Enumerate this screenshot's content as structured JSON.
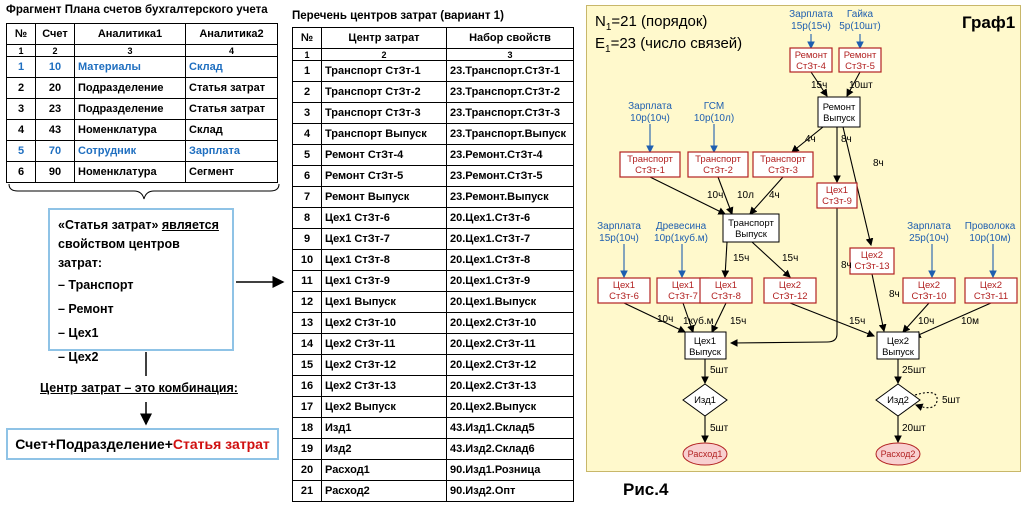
{
  "table1": {
    "title": "Фрагмент Плана счетов бухгалтерского учета",
    "headers": [
      "№",
      "Счет",
      "Аналитика1",
      "Аналитика2"
    ],
    "col_numbers": [
      "1",
      "2",
      "3",
      "4"
    ],
    "rows": [
      [
        "1",
        "10",
        "Материалы",
        "Склад"
      ],
      [
        "2",
        "20",
        "Подразделение",
        "Статья затрат"
      ],
      [
        "3",
        "23",
        "Подразделение",
        "Статья затрат"
      ],
      [
        "4",
        "43",
        "Номенклатура",
        "Склад"
      ],
      [
        "5",
        "70",
        "Сотрудник",
        "Зарплата"
      ],
      [
        "6",
        "90",
        "Номенклатура",
        "Сегмент"
      ]
    ],
    "highlight_color": "#1f6fc0"
  },
  "note": {
    "line1a": "«Статья затрат» ",
    "line1b": "является",
    "line2": "свойством центров затрат:",
    "bullets": [
      "– Транспорт",
      "– Ремонт",
      "– Цех1",
      "– Цех2"
    ]
  },
  "definition": "Центр затрат – это комбинация:",
  "formula": {
    "part1": "Счет+Подразделение+",
    "part2": "Статья затрат",
    "accent": "#d01010"
  },
  "table2": {
    "title": "Перечень центров затрат (вариант 1)",
    "headers": [
      "№",
      "Центр затрат",
      "Набор свойств"
    ],
    "col_numbers": [
      "1",
      "2",
      "3"
    ],
    "rows": [
      [
        "1",
        "Транспорт СтЗт-1",
        "23.Транспорт.СтЗт-1"
      ],
      [
        "2",
        "Транспорт СтЗт-2",
        "23.Транспорт.СтЗт-2"
      ],
      [
        "3",
        "Транспорт СтЗт-3",
        "23.Транспорт.СтЗт-3"
      ],
      [
        "4",
        "Транспорт Выпуск",
        "23.Транспорт.Выпуск"
      ],
      [
        "5",
        "Ремонт СтЗт-4",
        "23.Ремонт.СтЗт-4"
      ],
      [
        "6",
        "Ремонт СтЗт-5",
        "23.Ремонт.СтЗт-5"
      ],
      [
        "7",
        "Ремонт Выпуск",
        "23.Ремонт.Выпуск"
      ],
      [
        "8",
        "Цех1 СтЗт-6",
        "20.Цех1.СтЗт-6"
      ],
      [
        "9",
        "Цех1 СтЗт-7",
        "20.Цех1.СтЗт-7"
      ],
      [
        "10",
        "Цех1 СтЗт-8",
        "20.Цех1.СтЗт-8"
      ],
      [
        "11",
        "Цех1 СтЗт-9",
        "20.Цех1.СтЗт-9"
      ],
      [
        "12",
        "Цех1 Выпуск",
        "20.Цех1.Выпуск"
      ],
      [
        "13",
        "Цех2 СтЗт-10",
        "20.Цех2.СтЗт-10"
      ],
      [
        "14",
        "Цех2 СтЗт-11",
        "20.Цех2.СтЗт-11"
      ],
      [
        "15",
        "Цех2 СтЗт-12",
        "20.Цех2.СтЗт-12"
      ],
      [
        "16",
        "Цех2 СтЗт-13",
        "20.Цех2.СтЗт-13"
      ],
      [
        "17",
        "Цех2 Выпуск",
        "20.Цех2.Выпуск"
      ],
      [
        "18",
        "Изд1",
        "43.Изд1.Склад5"
      ],
      [
        "19",
        "Изд2",
        "43.Изд2.Склад6"
      ],
      [
        "20",
        "Расход1",
        "90.Изд1.Розница"
      ],
      [
        "21",
        "Расход2",
        "90.Изд2.Опт"
      ]
    ]
  },
  "graph": {
    "n_label": "N",
    "n_sub": "1",
    "n_text": "=21 (порядок)",
    "e_label": "E",
    "e_sub": "1",
    "e_text": "=23 (число связей)",
    "title": "Граф1",
    "colors": {
      "background": "#fff9cc",
      "red_node": "#b22222",
      "blue_label": "#1f5fb0",
      "ellipse_fill": "#f8d0d0"
    },
    "sources": {
      "s1": [
        "Зарплата",
        "15р(15ч)"
      ],
      "s2": [
        "Гайка",
        "5р(10шт)"
      ],
      "s3": [
        "Зарплата",
        "10р(10ч)"
      ],
      "s4": [
        "ГСМ",
        "10р(10л)"
      ],
      "s5": [
        "Зарплата",
        "15р(10ч)"
      ],
      "s6": [
        "Древесина",
        "10р(1куб.м)"
      ],
      "s7": [
        "Зарплата",
        "25р(10ч)"
      ],
      "s8": [
        "Проволока",
        "10р(10м)"
      ]
    },
    "nodes": {
      "st4": [
        "Ремонт",
        "СтЗт-4"
      ],
      "st5": [
        "Ремонт",
        "СтЗт-5"
      ],
      "remvyp": [
        "Ремонт",
        "Выпуск"
      ],
      "st1": [
        "Транспорт",
        "СтЗт-1"
      ],
      "st2": [
        "Транспорт",
        "СтЗт-2"
      ],
      "st3": [
        "Транспорт",
        "СтЗт-3"
      ],
      "st9": [
        "Цех1",
        "СтЗт-9"
      ],
      "trvyp": [
        "Транспорт",
        "Выпуск"
      ],
      "st13": [
        "Цех2",
        "СтЗт-13"
      ],
      "st6": [
        "Цех1",
        "СтЗт-6"
      ],
      "st7": [
        "Цех1",
        "СтЗт-7"
      ],
      "st8": [
        "Цех1",
        "СтЗт-8"
      ],
      "st12": [
        "Цех2",
        "СтЗт-12"
      ],
      "st10": [
        "Цех2",
        "СтЗт-10"
      ],
      "st11": [
        "Цех2",
        "СтЗт-11"
      ],
      "c1vyp": [
        "Цех1",
        "Выпуск"
      ],
      "c2vyp": [
        "Цех2",
        "Выпуск"
      ],
      "izd1": "Изд1",
      "izd2": "Изд2",
      "ras1": "Расход1",
      "ras2": "Расход2"
    },
    "edge_labels": {
      "e_st4": "15ч",
      "e_st5": "10шт",
      "e_rem_st3": "4ч",
      "e_rem_st9": "8ч",
      "e_rem_st13": "8ч",
      "e_st1": "10ч",
      "e_st2": "10л",
      "e_st3": "4ч",
      "e_tr_st8": "15ч",
      "e_tr_st12": "15ч",
      "e_st9": "8ч",
      "e_st13": "8ч",
      "e_st6": "10ч",
      "e_st7": "1куб.м",
      "e_st8": "15ч",
      "e_st12": "15ч",
      "e_st10": "10ч",
      "e_st11": "10м",
      "e_c1": "5шт",
      "e_c2": "25шт",
      "e_loop": "5шт",
      "e_izd1": "5шт",
      "e_izd2": "20шт"
    }
  },
  "caption": "Рис.4"
}
